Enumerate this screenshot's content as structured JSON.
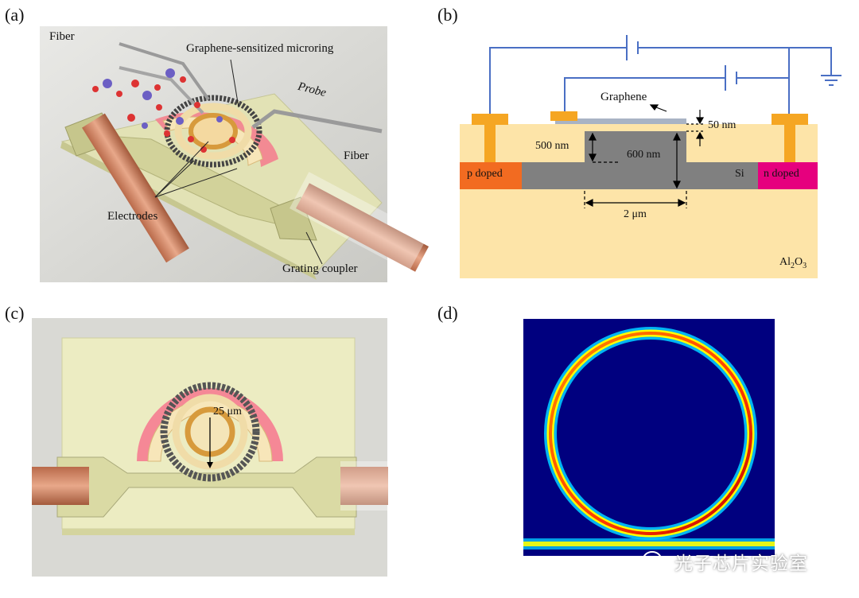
{
  "panels": {
    "a": {
      "label": "(a)",
      "annotations": {
        "fiber_left": "Fiber",
        "microring": "Graphene-sensitized microring",
        "probe": "Probe",
        "fiber_right": "Fiber",
        "electrodes": "Electrodes",
        "grating": "Grating coupler"
      }
    },
    "b": {
      "label": "(b)",
      "annotations": {
        "graphene": "Graphene",
        "t50": "50 nm",
        "t500": "500 nm",
        "t600": "600 nm",
        "si": "Si",
        "p_doped": "p doped",
        "n_doped": "n doped",
        "width": "2 μm",
        "substrate": "Al",
        "substrate_sub": "2",
        "substrate_o": "O",
        "substrate_sub2": "3"
      },
      "colors": {
        "substrate": "#fde4a8",
        "silicon": "#808080",
        "p_doped": "#f26b21",
        "n_doped": "#e6007e",
        "electrode": "#f5a623",
        "wire": "#4a6fc4",
        "graphene": "#a9b3c4"
      }
    },
    "c": {
      "label": "(c)",
      "annotations": {
        "radius": "25 μm"
      }
    },
    "d": {
      "label": "(d)",
      "colors": {
        "background": "#00007f",
        "ring_hot": "#d40000",
        "ring_mid": "#ffff00",
        "ring_edge": "#00c8ff"
      }
    }
  },
  "watermark": {
    "icon": "wechat-icon",
    "text": "光子芯片实验室"
  }
}
